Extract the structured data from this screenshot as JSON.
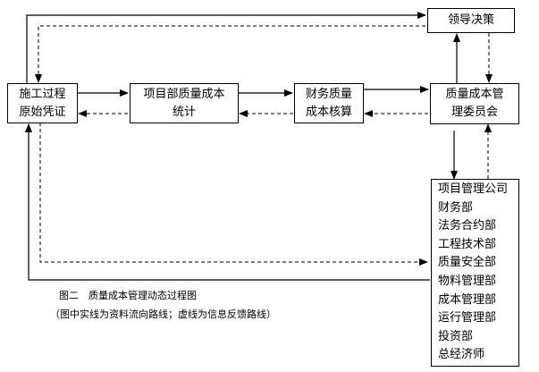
{
  "diagram": {
    "nodes": {
      "construction": {
        "line1": "施工过程",
        "line2": "原始凭证"
      },
      "project_stats": {
        "line1": "项目部质量成本",
        "line2": "统计"
      },
      "finance_calc": {
        "line1": "财务质量",
        "line2": "成本核算"
      },
      "committee": {
        "line1": "质量成本管",
        "line2": "理委员会"
      },
      "leadership": {
        "label": "领导决策"
      },
      "departments": [
        "项目管理公司",
        "财务部",
        "法务合约部",
        "工程技术部",
        "质量安全部",
        "物料管理部",
        "成本管理部",
        "运行管理部",
        "投资部",
        "总经济师"
      ]
    },
    "caption": {
      "title": "图二　质量成本管理动态过程图",
      "note": "（图中实线为资料流向路线；虚线为信息反馈路线）"
    },
    "edges": [
      {
        "from": "construction",
        "to": "project_stats",
        "style": "solid"
      },
      {
        "from": "project_stats",
        "to": "finance_calc",
        "style": "solid"
      },
      {
        "from": "finance_calc",
        "to": "committee",
        "style": "solid"
      },
      {
        "from": "committee",
        "to": "finance_calc",
        "style": "dashed"
      },
      {
        "from": "finance_calc",
        "to": "project_stats",
        "style": "dashed"
      },
      {
        "from": "project_stats",
        "to": "construction",
        "style": "dashed"
      },
      {
        "from": "committee",
        "to": "leadership",
        "style": "solid"
      },
      {
        "from": "leadership",
        "to": "committee",
        "style": "dashed"
      },
      {
        "from": "committee",
        "to": "departments",
        "style": "solid"
      },
      {
        "from": "departments",
        "to": "committee",
        "style": "dashed"
      },
      {
        "from": "construction",
        "to": "leadership",
        "style": "solid"
      },
      {
        "from": "leadership",
        "to": "construction",
        "style": "dashed"
      },
      {
        "from": "construction",
        "to": "departments",
        "style": "dashed"
      },
      {
        "from": "departments",
        "to": "construction",
        "style": "solid"
      }
    ]
  }
}
